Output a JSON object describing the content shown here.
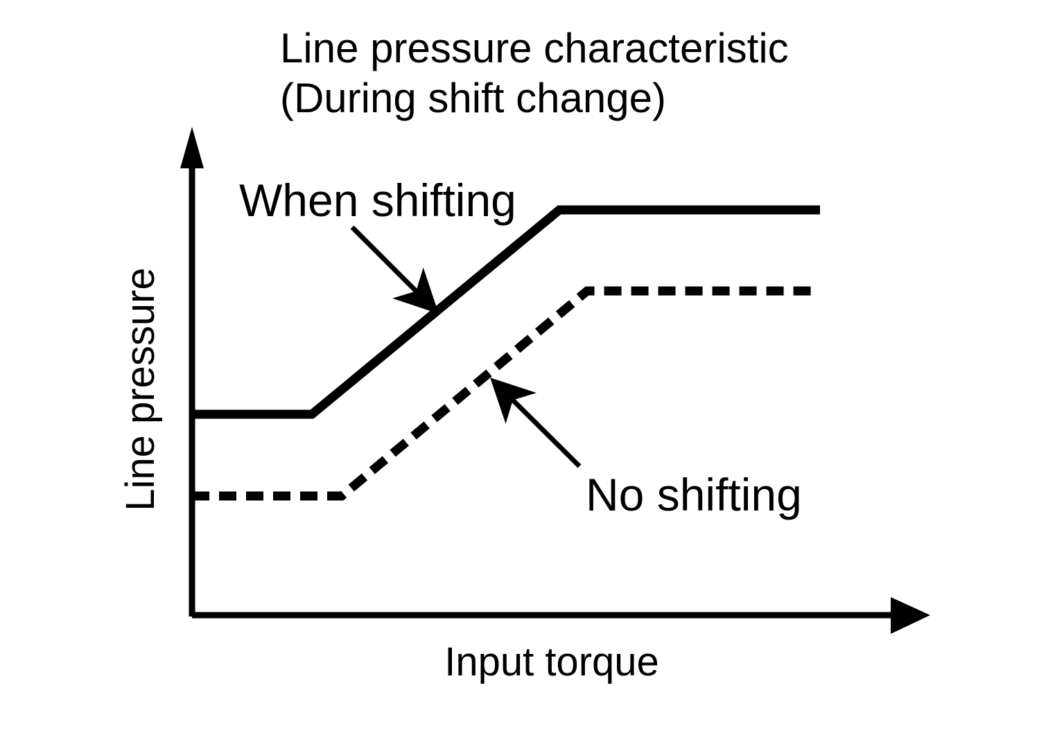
{
  "figure": {
    "background_color": "#ffffff",
    "stroke_color": "#000000",
    "title_line1": "Line pressure characteristic",
    "title_line2": "(During shift change)"
  },
  "axes": {
    "x_label": "Input torque",
    "y_label": "Line pressure",
    "x_arrow_icon": "arrow-right-icon",
    "y_arrow_icon": "arrow-up-icon"
  },
  "annotations": [
    {
      "id": "when-shifting",
      "label": "When shifting",
      "target_series": "When shifting",
      "arrow_icon": "annotation-arrow-icon"
    },
    {
      "id": "no-shifting",
      "label": "No shifting",
      "target_series": "No shifting",
      "arrow_icon": "annotation-arrow-icon"
    }
  ],
  "chart_data": {
    "type": "line",
    "title": "Line pressure characteristic (During shift change)",
    "xlabel": "Input torque",
    "ylabel": "Line pressure",
    "xlim": [
      0,
      100
    ],
    "ylim": [
      0,
      100
    ],
    "grid": false,
    "axis_ticks": false,
    "legend": "inline-annotations",
    "series": [
      {
        "name": "When shifting",
        "style": "solid",
        "color": "#000000",
        "linewidth": 12,
        "x": [
          0,
          19.1,
          58.9,
          100.6
        ],
        "y": [
          41.1,
          41.1,
          83.0,
          83.0
        ],
        "description": "Flat low plateau, rising ramp, flat high plateau"
      },
      {
        "name": "No shifting",
        "style": "dashed",
        "color": "#000000",
        "linewidth": 12,
        "dash_pattern": [
          24,
          14
        ],
        "x": [
          0,
          23.9,
          63.4,
          100.6
        ],
        "y": [
          24.4,
          24.4,
          66.4,
          66.4
        ],
        "description": "Flat low plateau, rising ramp, flat high plateau; offset below the solid curve"
      }
    ],
    "annotations": [
      {
        "text": "When shifting",
        "points_to": "When shifting"
      },
      {
        "text": "No shifting",
        "points_to": "No shifting"
      }
    ]
  }
}
